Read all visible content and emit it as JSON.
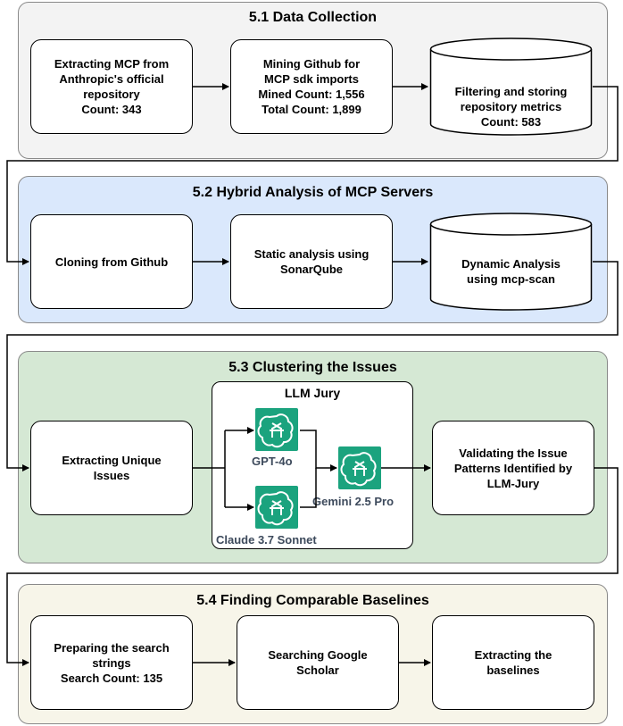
{
  "colors": {
    "section1": "#f3f3f3",
    "section2": "#dae8fc",
    "section3": "#d5e8d4",
    "section4": "#f7f5e9",
    "icon_bg": "#1ba37e"
  },
  "icons": [
    "openai-icon",
    "openai-icon",
    "openai-icon"
  ],
  "sections": {
    "s1": {
      "title": "5.1 Data Collection",
      "b1": [
        "Extracting MCP from",
        "Anthropic's official",
        "repository",
        "Count: 343"
      ],
      "b2": [
        "Mining Github for",
        "MCP sdk imports",
        "Mined Count: 1,556",
        "Total Count: 1,899"
      ],
      "b3": [
        "Filtering and storing",
        "repository metrics",
        "Count: 583"
      ]
    },
    "s2": {
      "title": "5.2 Hybrid Analysis of MCP Servers",
      "b1": [
        "Cloning from Github"
      ],
      "b2": [
        "Static analysis using",
        "SonarQube"
      ],
      "b3": [
        "Dynamic Analysis",
        "using mcp-scan"
      ]
    },
    "s3": {
      "title": "5.3 Clustering the Issues",
      "b1": [
        "Extracting Unique",
        "Issues"
      ],
      "jury_title": "LLM Jury",
      "models": [
        "GPT-4o",
        "Claude 3.7 Sonnet",
        "Gemini 2.5 Pro"
      ],
      "b3": [
        "Validating the Issue",
        "Patterns Identified by",
        "LLM-Jury"
      ]
    },
    "s4": {
      "title": "5.4 Finding Comparable Baselines",
      "b1": [
        "Preparing the search",
        "strings",
        "Search Count: 135"
      ],
      "b2": [
        "Searching  Google",
        "Scholar"
      ],
      "b3": [
        "Extracting the",
        "baselines"
      ]
    }
  }
}
